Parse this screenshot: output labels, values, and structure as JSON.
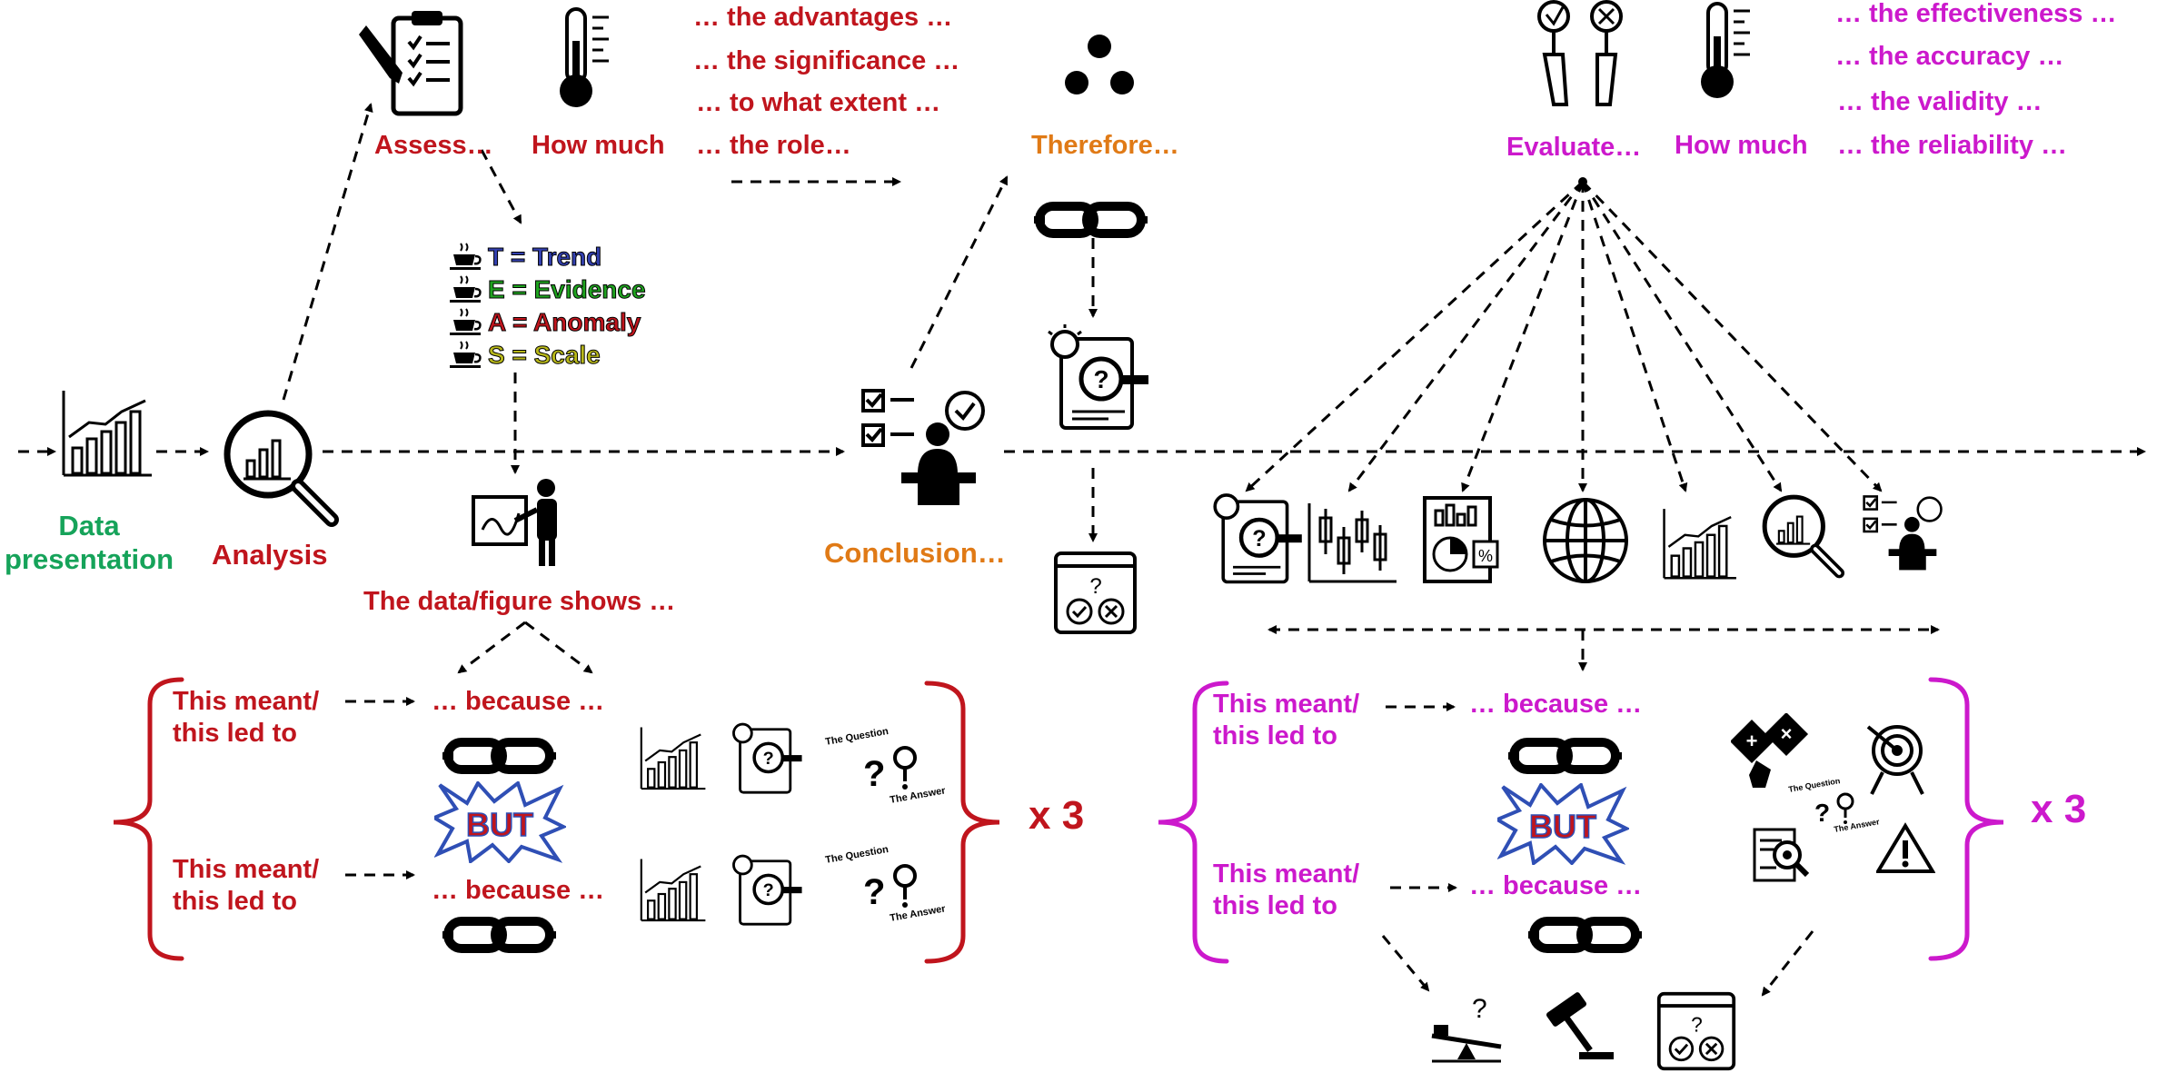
{
  "flow": {
    "data_presentation": "Data\npresentation",
    "analysis": "Analysis",
    "conclusion": "Conclusion…",
    "therefore": "Therefore…",
    "assess": "Assess…",
    "how_much_left": "How much",
    "evaluate": "Evaluate…",
    "how_much_right": "How much",
    "data_shows": "The data/figure shows …"
  },
  "assess_phrases": [
    "… the advantages …",
    "… the significance …",
    "… to what extent …",
    "… the role…"
  ],
  "evaluate_phrases": [
    "… the effectiveness …",
    "… the accuracy …",
    "… the validity …",
    "… the reliability …"
  ],
  "teas": [
    {
      "text": "T = Trend",
      "color": "#3340b0"
    },
    {
      "text": "E = Evidence",
      "color": "#1fa31f"
    },
    {
      "text": "A = Anomaly",
      "color": "#c0151d"
    },
    {
      "text": "S = Scale",
      "color": "#b8b81a"
    }
  ],
  "left_block": {
    "meant_1": "This meant/\nthis led to",
    "because_1": "… because …",
    "meant_2": "This meant/\nthis led to",
    "because_2": "… because …",
    "but": "BUT",
    "times": "x 3",
    "question_label": "The Question",
    "answer_label": "The Answer"
  },
  "right_block": {
    "meant_1": "This meant/\nthis led to",
    "because_1": "… because …",
    "meant_2": "This meant/\nthis led to",
    "because_2": "… because …",
    "but": "BUT",
    "times": "x 3",
    "question_label": "The Question",
    "answer_label": "The Answer"
  },
  "colors": {
    "red": "#c0151d",
    "magenta": "#cc19cc",
    "orange": "#e07a16",
    "green": "#16a35a",
    "but_blue": "#2f4fb5"
  },
  "icons": [
    "bar-chart-icon",
    "magnifier-chart-icon",
    "clipboard-pencil-icon",
    "thermometer-icon",
    "three-dots-icon",
    "chain-link-icon",
    "lightbulb-document-icon",
    "presenter-checklist-icon",
    "writing-person-icon",
    "quiz-window-icon",
    "yes-no-signs-icon",
    "candlestick-chart-icon",
    "report-pie-icon",
    "globe-icon",
    "balance-scale-icon",
    "gavel-icon",
    "calculator-hand-icon",
    "target-icon",
    "warning-icon",
    "magnifier-report-icon",
    "question-answer-icon",
    "tea-cup-icon"
  ]
}
